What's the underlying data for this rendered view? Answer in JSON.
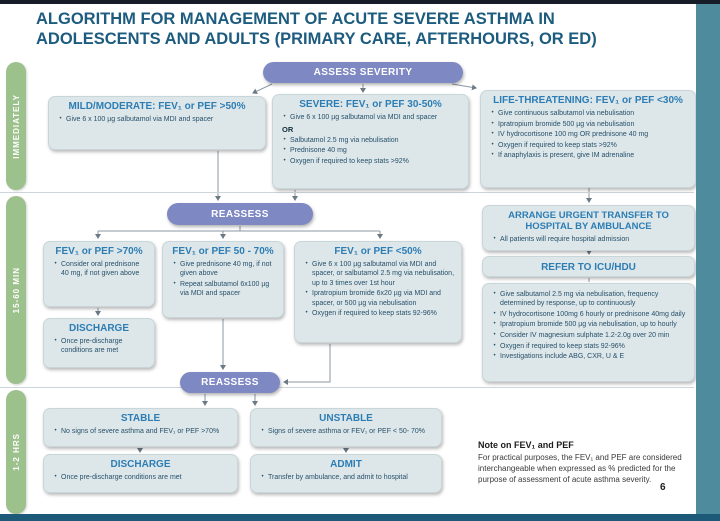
{
  "page": {
    "title": "ALGORITHM FOR MANAGEMENT OF ACUTE SEVERE ASTHMA IN ADOLESCENTS AND ADULTS (PRIMARY CARE, AFTERHOURS, OR ED)",
    "page_number": "6"
  },
  "timeline": {
    "immediately": "IMMEDIATELY",
    "min_15_60": "15-60 MIN",
    "hrs_1_2": "1-2 HRS"
  },
  "flow": {
    "assess_severity": "ASSESS SEVERITY",
    "reassess_1": "REASSESS",
    "reassess_2": "REASSESS",
    "mild": {
      "title": "MILD/MODERATE: FEV₁ or PEF >50%",
      "bullets": [
        "Give 6 x 100 µg salbutamol via MDI and spacer"
      ]
    },
    "severe": {
      "title": "SEVERE: FEV₁ or PEF 30-50%",
      "bullets": [
        "Give 6 x 100 µg salbutamol via MDI and spacer",
        "OR",
        "Salbutamol 2.5 mg via nebulisation",
        "Prednisone 40 mg",
        "Oxygen if required to keep stats >92%"
      ]
    },
    "life_threatening": {
      "title": "LIFE-THREATENING: FEV₁ or PEF <30%",
      "bullets": [
        "Give continuous salbutamol via nebulisation",
        "Ipratropium bromide 500 µg via nebulisation",
        "IV hydrocortisone 100 mg OR prednisone 40 mg",
        "Oxygen if required to keep stats >92%",
        "If anaphylaxis is present, give IM adrenaline"
      ]
    },
    "fev_gt70": {
      "title": "FEV₁ or PEF >70%",
      "bullets": [
        "Consider oral prednisone 40 mg, if not given above"
      ]
    },
    "fev_50_70": {
      "title": "FEV₁ or PEF 50 - 70%",
      "bullets": [
        "Give prednisone 40 mg, if not given above",
        "Repeat salbutamol 6x100 µg via MDI and spacer"
      ]
    },
    "fev_lt50": {
      "title": "FEV₁ or PEF <50%",
      "bullets": [
        "Give 6 x 100 µg salbutamol via MDI and spacer, or salbutamol 2.5 mg via nebulisation, up to 3 times over 1st hour",
        "Ipratropium bromide 6x20 µg via MDI and spacer, or 500 µg via nebulisation",
        "Oxygen if required to keep stats 92-96%"
      ]
    },
    "discharge_1": {
      "title": "DISCHARGE",
      "bullets": [
        "Once pre-discharge conditions are met"
      ]
    },
    "arrange_transfer": {
      "title": "ARRANGE URGENT TRANSFER TO HOSPITAL BY AMBULANCE",
      "bullets": [
        "All patients will require hospital admission"
      ]
    },
    "refer_icu": {
      "title": "REFER TO ICU/HDU",
      "bullets": [
        "Give salbutamol 2.5 mg via nebulisation, frequency determined by response, up to continuously",
        "IV hydrocortisone 100mg 6 hourly or prednisone 40mg daily",
        "Ipratropium bromide 500 µg via nebulisation, up to hourly",
        "Consider IV magnesium sulphate 1.2-2.0g over 20 min",
        "Oxygen if required to keep stats 92-96%",
        "Investigations include ABG, CXR, U & E"
      ]
    },
    "stable": {
      "title": "STABLE",
      "bullets": [
        "No signs of severe asthma and FEV₁ or PEF >70%"
      ]
    },
    "unstable": {
      "title": "UNSTABLE",
      "bullets": [
        "Signs of severe asthma or FEV₁ or PEF < 50- 70%"
      ]
    },
    "discharge_2": {
      "title": "DISCHARGE",
      "bullets": [
        "Once pre-discharge conditions are met"
      ]
    },
    "admit": {
      "title": "ADMIT",
      "bullets": [
        "Transfer by ambulance, and admit to hospital"
      ]
    }
  },
  "note": {
    "heading": "Note on FEV₁ and PEF",
    "body": "For practical purposes, the FEV₁ and PEF are considered interchangeable when expressed as % predicted for the purpose of assessment of acute asthma severity."
  },
  "colors": {
    "accent_purple": "#7e88c3",
    "accent_green": "#9dc18c",
    "box_bg": "#dde7e9",
    "heading_blue": "#2d7db5",
    "title_teal": "#1d5c7f",
    "side_strip_teal": "#4e8c9d",
    "bottom_strip": "#1d5a7a"
  }
}
